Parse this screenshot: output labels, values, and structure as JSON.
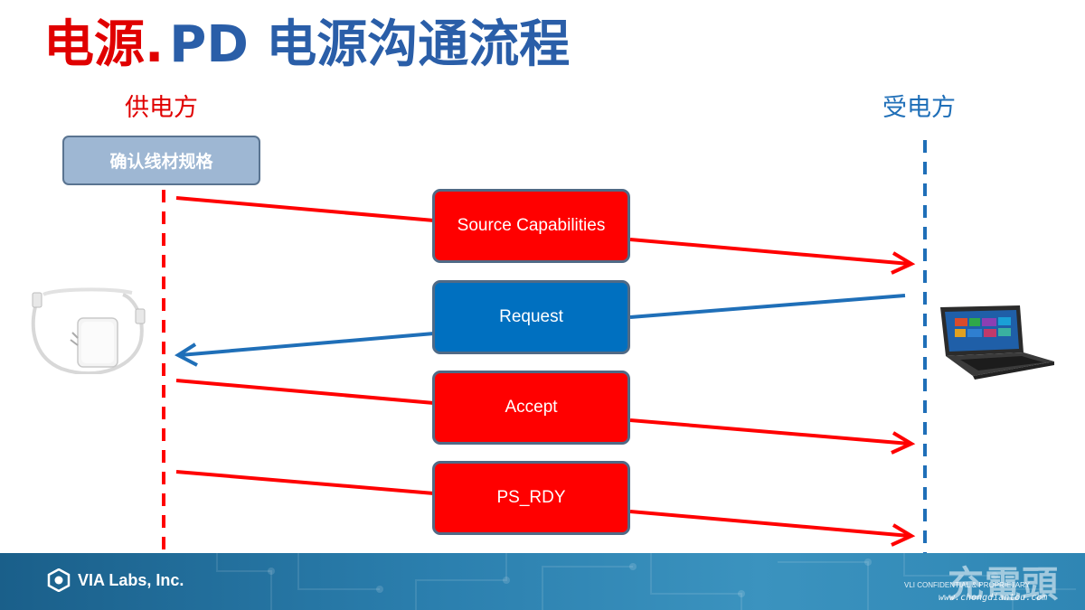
{
  "title": {
    "part1": "电源.",
    "part2": "PD 电源沟通流程"
  },
  "parties": {
    "source_label": "供电方",
    "sink_label": "受电方"
  },
  "verify_box": "确认线材规格",
  "messages": [
    {
      "label": "Source Capabilities",
      "direction": "source-to-sink",
      "color": "#ff0000"
    },
    {
      "label": "Request",
      "direction": "sink-to-source",
      "color": "#0070c0"
    },
    {
      "label": "Accept",
      "direction": "source-to-sink",
      "color": "#ff0000"
    },
    {
      "label": "PS_RDY",
      "direction": "source-to-sink",
      "color": "#ff0000"
    }
  ],
  "colors": {
    "accent_red": "#e00000",
    "accent_blue": "#2a5ea8",
    "sink_blue": "#1f6fb8"
  },
  "footer": {
    "company": "VIA Labs, Inc.",
    "confidential": "VLI CONFIDENTIAL & PROPRIETARY",
    "watermark_logo": "充電頭",
    "watermark_url": "www.chongdiantou.com"
  },
  "icons": {
    "charger": "usb-charger-icon",
    "laptop": "laptop-icon",
    "company_logo": "via-logo-icon"
  }
}
